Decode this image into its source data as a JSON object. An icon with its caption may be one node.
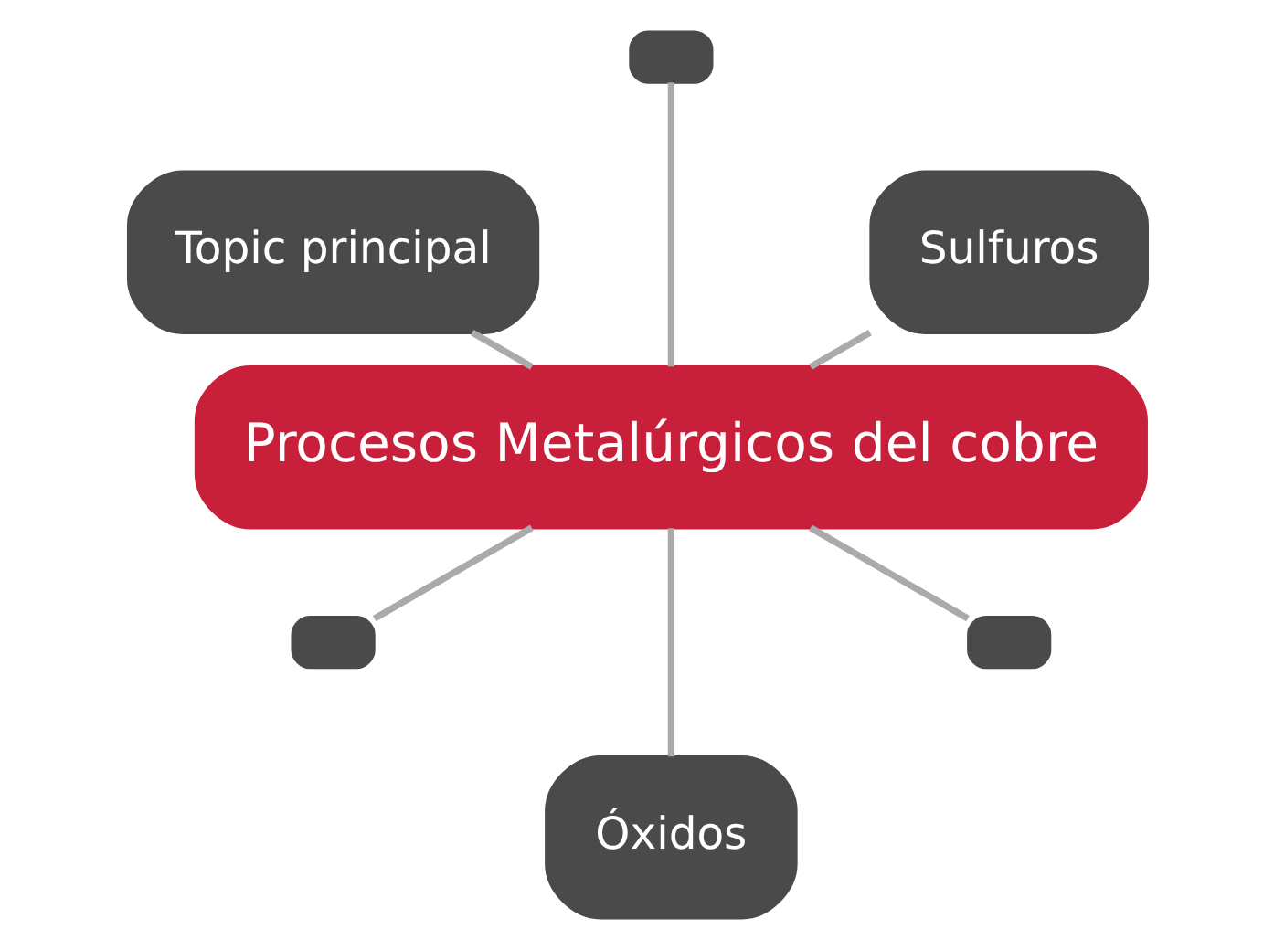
{
  "diagram": {
    "nodes": [
      {
        "text": [
          "Procesos Metalúrgicos del cobre"
        ]
      },
      {
        "text": [
          "Sulfuros"
        ]
      },
      {
        "text": [],
        "shape": "box"
      },
      {
        "text": [
          "Topic principal"
        ]
      },
      {
        "text": [],
        "shape": "box"
      },
      {
        "text": [
          "Óxidos"
        ]
      },
      {
        "text": [],
        "shape": "box"
      }
    ],
    "edges": [
      {
        "from": 0,
        "to": 1,
        "arrow": "none"
      },
      {
        "from": 0,
        "to": 2,
        "arrow": "none"
      },
      {
        "from": 0,
        "to": 3,
        "arrow": "none"
      },
      {
        "from": 0,
        "to": 4,
        "arrow": "none"
      },
      {
        "from": 0,
        "to": 5,
        "arrow": "none"
      },
      {
        "from": 0,
        "to": 6,
        "arrow": "none"
      }
    ]
  }
}
